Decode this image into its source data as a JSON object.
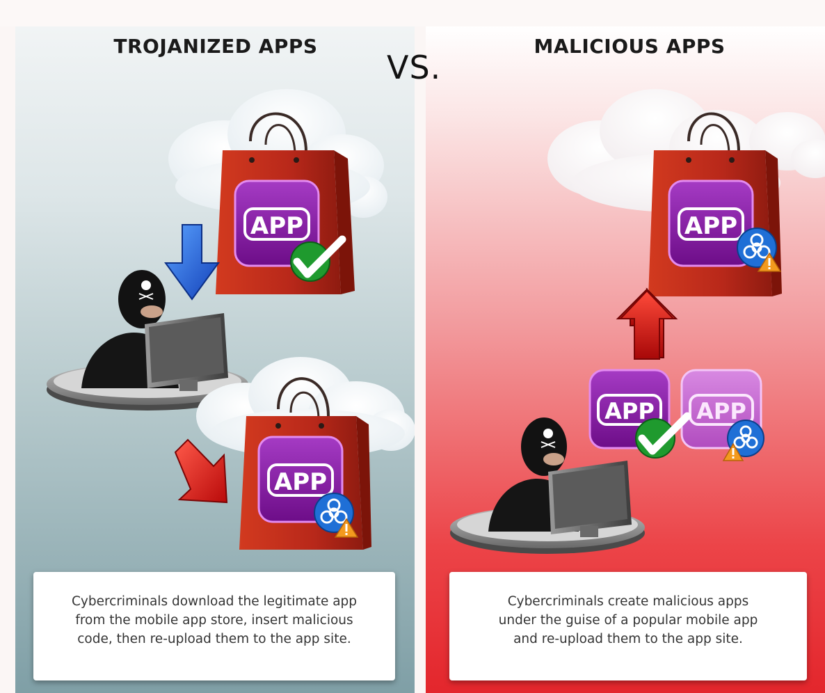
{
  "left_panel": {
    "heading": "TROJANIZED APPS",
    "caption": "Cybercriminals download the legitimate app\nfrom the mobile app store, insert malicious\ncode, then re-upload them to the app site.",
    "top_bag": {
      "badge_label": "APP",
      "status": "legitimate",
      "status_icon": "checkmark-icon"
    },
    "bottom_bag": {
      "badge_label": "APP",
      "status": "infected",
      "status_icon": "biohazard-warning-icon"
    },
    "arrows": [
      {
        "name": "download-arrow-icon",
        "direction": "down",
        "color": "#1e5fd6"
      },
      {
        "name": "upload-arrow-icon",
        "direction": "down-right",
        "color": "#e01414"
      }
    ]
  },
  "divider_label": "VS.",
  "right_panel": {
    "heading": "MALICIOUS APPS",
    "caption": "Cybercriminals create malicious apps\nunder the guise of a popular mobile app\nand re-upload them to the app site.",
    "top_bag": {
      "badge_label": "APP",
      "status": "malicious",
      "status_icon": "biohazard-warning-icon"
    },
    "legit_app": {
      "badge_label": "APP",
      "status_icon": "checkmark-icon"
    },
    "fake_app": {
      "badge_label": "APP",
      "status_icon": "biohazard-warning-icon"
    },
    "arrows": [
      {
        "name": "upload-arrow-icon",
        "direction": "up",
        "color": "#e01414"
      }
    ]
  },
  "colors": {
    "left_bg_top": "#f1f4f5",
    "left_bg_bottom": "#7f9fa6",
    "right_bg_top": "#ffffff",
    "right_bg_bottom": "#e3262c",
    "bag": "#b8281a",
    "app_icon": "#8a1fa6",
    "check": "#1f9a2e",
    "biohazard": "#1f6fd6",
    "warning": "#f39a1e"
  }
}
